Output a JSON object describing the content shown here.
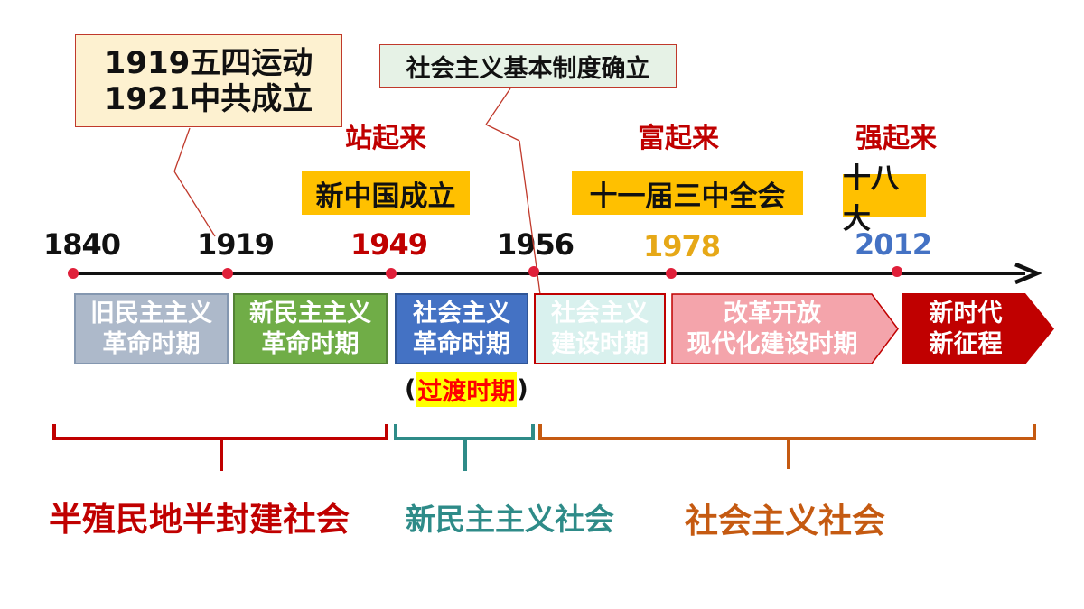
{
  "callouts": {
    "movement": "1919五四运动",
    "party": "1921中共成立",
    "system": "社会主义基本制度确立"
  },
  "slogans": {
    "stand": "站起来",
    "rich": "富起来",
    "strong": "强起来"
  },
  "events": {
    "founding": "新中国成立",
    "plenum": "十一届三中全会",
    "congress": "十八大"
  },
  "years": [
    "1840",
    "1919",
    "1949",
    "1956",
    "1978",
    "2012"
  ],
  "periods": [
    {
      "line1": "旧民主主义",
      "line2": "革命时期"
    },
    {
      "line1": "新民主主义",
      "line2": "革命时期"
    },
    {
      "line1": "社会主义",
      "line2": "革命时期"
    },
    {
      "line1": "社会主义",
      "line2": "建设时期"
    },
    {
      "line1": "改革开放",
      "line2": "现代化建设时期"
    },
    {
      "line1": "新时代",
      "line2": "新征程"
    }
  ],
  "transition": {
    "open": "(",
    "label": "过渡时期",
    "close": ")"
  },
  "societies": {
    "semi": "半殖民地半封建社会",
    "newdem": "新民主主义社会",
    "socialist": "社会主义社会"
  },
  "colors": {
    "dark_red": "#c00000",
    "teal": "#2e8b88",
    "orange": "#c55a11",
    "gold_year": "#e6a817",
    "blue_year": "#4472c4",
    "axis": "#111111",
    "dot": "#e0203a"
  }
}
